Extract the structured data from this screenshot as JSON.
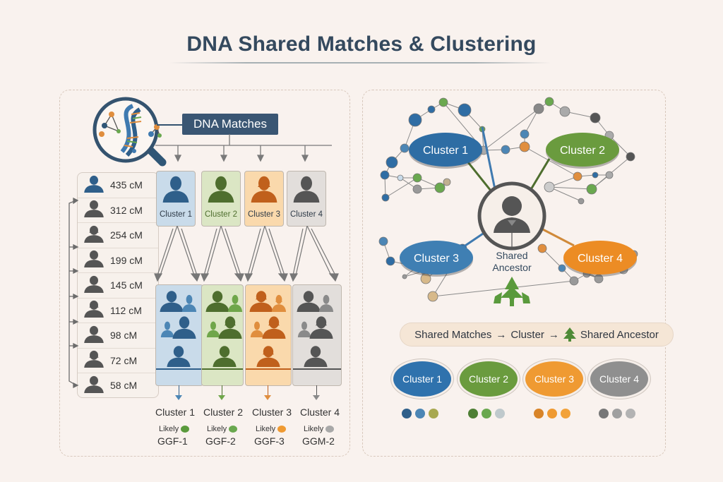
{
  "title": "DNA Shared Matches & Clustering",
  "left": {
    "badge": "DNA Matches",
    "matches": [
      {
        "cm": "435 cM",
        "color": "#2f5f8a"
      },
      {
        "cm": "312 cM",
        "color": "#555555"
      },
      {
        "cm": "254 cM",
        "color": "#555555"
      },
      {
        "cm": "199 cM",
        "color": "#555555"
      },
      {
        "cm": "145 cM",
        "color": "#555555"
      },
      {
        "cm": "112 cM",
        "color": "#555555"
      },
      {
        "cm": "98 cM",
        "color": "#555555"
      },
      {
        "cm": "72 cM",
        "color": "#555555"
      },
      {
        "cm": "58 cM",
        "color": "#555555"
      }
    ],
    "clusters": [
      {
        "label": "Cluster 1",
        "likely": "Likely",
        "ancestor": "GGF-1",
        "color": "#2f5f8a",
        "light": "#c9dbea",
        "accent": "#4c86b5",
        "dot": "#5a9a3c"
      },
      {
        "label": "Cluster 2",
        "likely": "Likely",
        "ancestor": "GGF-2",
        "color": "#4e6e2e",
        "light": "#dbe6c4",
        "accent": "#6fa64a",
        "dot": "#6aa84f"
      },
      {
        "label": "Cluster 3",
        "likely": "Likely",
        "ancestor": "GGF-3",
        "color": "#c0601c",
        "light": "#fad9ac",
        "accent": "#e08e3e",
        "dot": "#ef9a32"
      },
      {
        "label": "Cluster 4",
        "likely": "Likely",
        "ancestor": "GGM-2",
        "color": "#555555",
        "light": "#e2dedb",
        "accent": "#8a8a8a",
        "dot": "#a8a8a8"
      }
    ]
  },
  "right": {
    "network_clusters": [
      {
        "label": "Cluster 1",
        "color": "#2e6da4"
      },
      {
        "label": "Cluster 2",
        "color": "#6a9b3e"
      },
      {
        "label": "Cluster 3",
        "color": "#3f7fb3"
      },
      {
        "label": "Cluster 4",
        "color": "#ec8c24"
      }
    ],
    "center_label_1": "Shared",
    "center_label_2": "Ancestor",
    "flow": {
      "step1": "Shared Matches",
      "arrow": "→",
      "step2": "Cluster",
      "step3": "Shared Ancestor"
    },
    "legend": [
      {
        "label": "Cluster 1",
        "color": "#2f72ad",
        "dots": [
          "#2f5f8a",
          "#4c86b5",
          "#a8a850"
        ]
      },
      {
        "label": "Cluster 2",
        "color": "#6a9b3e",
        "dots": [
          "#4e7f34",
          "#6aa84f",
          "#bfc9cc"
        ]
      },
      {
        "label": "Cluster 3",
        "color": "#ef9a32",
        "dots": [
          "#d88428",
          "#ef9a32",
          "#f2a23a"
        ]
      },
      {
        "label": "Cluster 4",
        "color": "#8f8f8f",
        "dots": [
          "#777777",
          "#a0a0a0",
          "#b3b3b3"
        ]
      }
    ]
  }
}
